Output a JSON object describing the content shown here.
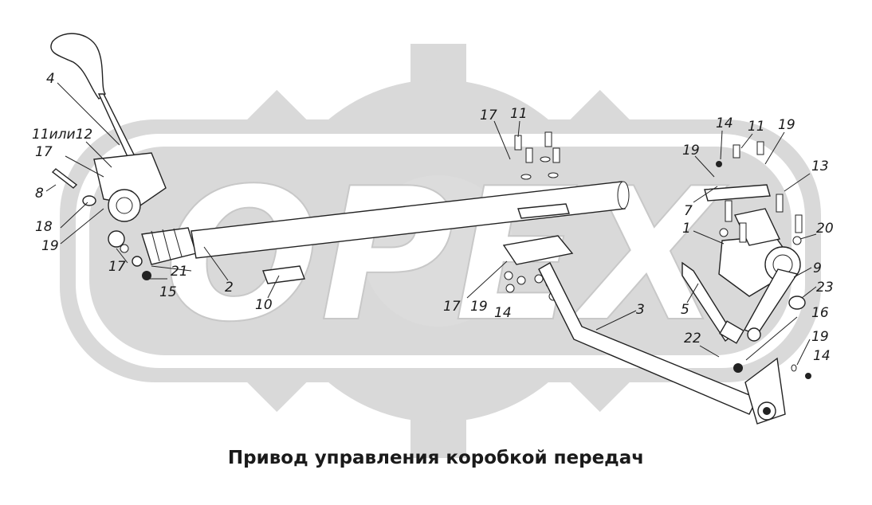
{
  "watermark": {
    "text": "OPEX",
    "color": "#d9d9d9"
  },
  "caption": "Привод управления коробкой передач",
  "callouts": {
    "c4": "4",
    "c11or12": "11или12",
    "c17a": "17",
    "c8": "8",
    "c18": "18",
    "c19a": "19",
    "c17b": "17",
    "c21": "21",
    "c15": "15",
    "c2": "2",
    "c10": "10",
    "c17c": "17",
    "c11a": "11",
    "c17d": "17",
    "c19b": "19",
    "c14a": "14",
    "c3": "3",
    "c14b": "14",
    "c11b": "11",
    "c19c": "19",
    "c19d": "19",
    "c13": "13",
    "c7": "7",
    "c1": "1",
    "c20": "20",
    "c9": "9",
    "c23": "23",
    "c5": "5",
    "c16": "16",
    "c22": "22",
    "c19e": "19",
    "c14c": "14"
  }
}
